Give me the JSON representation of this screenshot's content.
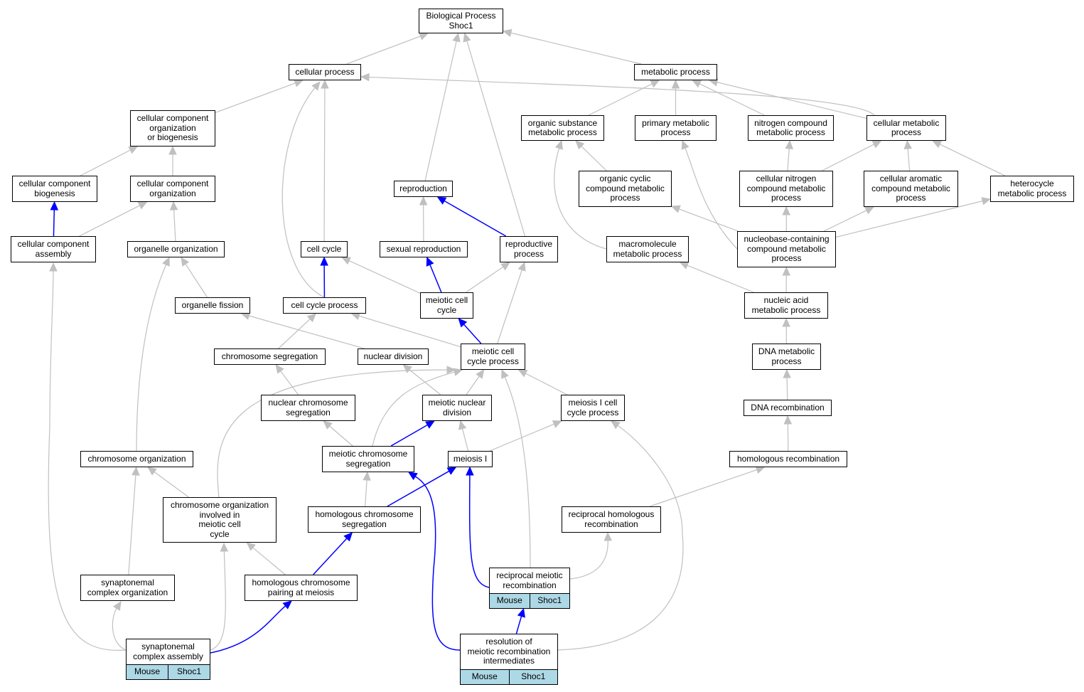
{
  "colors": {
    "normal_edge": "#c0c0c0",
    "highlight_edge": "#0000ff",
    "annotation_fill": "#add8e6"
  },
  "nodes": [
    {
      "id": "bp",
      "label": "Biological Process\nShoc1"
    },
    {
      "id": "cellproc",
      "label": "cellular process"
    },
    {
      "id": "metab",
      "label": "metabolic process"
    },
    {
      "id": "ccob",
      "label": "cellular component\norganization\nor biogenesis"
    },
    {
      "id": "orgsub",
      "label": "organic substance\nmetabolic process"
    },
    {
      "id": "primet",
      "label": "primary metabolic\nprocess"
    },
    {
      "id": "nitro",
      "label": "nitrogen compound\nmetabolic process"
    },
    {
      "id": "cellmet",
      "label": "cellular metabolic\nprocess"
    },
    {
      "id": "ccbio",
      "label": "cellular component\nbiogenesis"
    },
    {
      "id": "ccorg",
      "label": "cellular component\norganization"
    },
    {
      "id": "repro",
      "label": "reproduction"
    },
    {
      "id": "orgcyc",
      "label": "organic cyclic\ncompound metabolic\nprocess"
    },
    {
      "id": "cellnitro",
      "label": "cellular nitrogen\ncompound metabolic\nprocess"
    },
    {
      "id": "cellarom",
      "label": "cellular aromatic\ncompound metabolic\nprocess"
    },
    {
      "id": "hetero",
      "label": "heterocycle\nmetabolic process"
    },
    {
      "id": "ccassem",
      "label": "cellular component\nassembly"
    },
    {
      "id": "orgorg",
      "label": "organelle organization"
    },
    {
      "id": "cellcycle",
      "label": "cell cycle"
    },
    {
      "id": "sexrep",
      "label": "sexual reproduction"
    },
    {
      "id": "reproproc",
      "label": "reproductive\nprocess"
    },
    {
      "id": "macro",
      "label": "macromolecule\nmetabolic process"
    },
    {
      "id": "nucleob",
      "label": "nucleobase-containing\ncompound metabolic\nprocess"
    },
    {
      "id": "orgfis",
      "label": "organelle fission"
    },
    {
      "id": "ccp",
      "label": "cell cycle process"
    },
    {
      "id": "meioticcc",
      "label": "meiotic cell\ncycle"
    },
    {
      "id": "nucacid",
      "label": "nucleic acid\nmetabolic process"
    },
    {
      "id": "chromseg",
      "label": "chromosome segregation"
    },
    {
      "id": "nucdiv",
      "label": "nuclear division"
    },
    {
      "id": "mccp",
      "label": "meiotic cell\ncycle process"
    },
    {
      "id": "dnamet",
      "label": "DNA metabolic\nprocess"
    },
    {
      "id": "nucchrom",
      "label": "nuclear chromosome\nsegregation"
    },
    {
      "id": "meionuc",
      "label": "meiotic nuclear\ndivision"
    },
    {
      "id": "meioI_cc",
      "label": "meiosis I cell\ncycle process"
    },
    {
      "id": "dnarec",
      "label": "DNA recombination"
    },
    {
      "id": "chromorg",
      "label": "chromosome organization"
    },
    {
      "id": "meiochrom",
      "label": "meiotic chromosome\nsegregation"
    },
    {
      "id": "meioI",
      "label": "meiosis I"
    },
    {
      "id": "homrec",
      "label": "homologous recombination"
    },
    {
      "id": "chromorgmei",
      "label": "chromosome organization\ninvolved in\nmeiotic cell\ncycle"
    },
    {
      "id": "homchrom",
      "label": "homologous chromosome\nsegregation"
    },
    {
      "id": "rechom",
      "label": "reciprocal homologous\nrecombination"
    },
    {
      "id": "syncomorg",
      "label": "synaptonemal\ncomplex organization"
    },
    {
      "id": "hompair",
      "label": "homologous chromosome\npairing at meiosis"
    },
    {
      "id": "recmei",
      "label": "reciprocal meiotic\nrecombination",
      "annotations": [
        "Mouse",
        "Shoc1"
      ]
    },
    {
      "id": "resol",
      "label": "resolution of\nmeiotic recombination\nintermediates",
      "annotations": [
        "Mouse",
        "Shoc1"
      ]
    },
    {
      "id": "synassem",
      "label": "synaptonemal\ncomplex assembly",
      "annotations": [
        "Mouse",
        "Shoc1"
      ]
    }
  ],
  "edges": [
    {
      "from": "cellproc",
      "to": "bp",
      "type": "gray"
    },
    {
      "from": "metab",
      "to": "bp",
      "type": "gray"
    },
    {
      "from": "repro",
      "to": "bp",
      "type": "gray"
    },
    {
      "from": "reproproc",
      "to": "bp",
      "type": "gray"
    },
    {
      "from": "ccob",
      "to": "cellproc",
      "type": "gray"
    },
    {
      "from": "cellmet",
      "to": "cellproc",
      "type": "gray"
    },
    {
      "from": "cellcycle",
      "to": "cellproc",
      "type": "gray"
    },
    {
      "from": "ccp",
      "to": "cellproc",
      "type": "gray"
    },
    {
      "from": "orgsub",
      "to": "metab",
      "type": "gray"
    },
    {
      "from": "primet",
      "to": "metab",
      "type": "gray"
    },
    {
      "from": "nitro",
      "to": "metab",
      "type": "gray"
    },
    {
      "from": "cellmet",
      "to": "metab",
      "type": "gray"
    },
    {
      "from": "ccbio",
      "to": "ccob",
      "type": "gray"
    },
    {
      "from": "ccorg",
      "to": "ccob",
      "type": "gray"
    },
    {
      "from": "ccassem",
      "to": "ccbio",
      "type": "blue"
    },
    {
      "from": "ccassem",
      "to": "ccorg",
      "type": "gray"
    },
    {
      "from": "orgorg",
      "to": "ccorg",
      "type": "gray"
    },
    {
      "from": "orgcyc",
      "to": "orgsub",
      "type": "gray"
    },
    {
      "from": "macro",
      "to": "orgsub",
      "type": "gray"
    },
    {
      "from": "nucleob",
      "to": "primet",
      "type": "gray"
    },
    {
      "from": "cellnitro",
      "to": "nitro",
      "type": "gray"
    },
    {
      "from": "cellnitro",
      "to": "cellmet",
      "type": "gray"
    },
    {
      "from": "cellarom",
      "to": "cellmet",
      "type": "gray"
    },
    {
      "from": "hetero",
      "to": "cellmet",
      "type": "gray"
    },
    {
      "from": "nucleob",
      "to": "orgcyc",
      "type": "gray"
    },
    {
      "from": "nucleob",
      "to": "cellnitro",
      "type": "gray"
    },
    {
      "from": "nucleob",
      "to": "cellarom",
      "type": "gray"
    },
    {
      "from": "nucleob",
      "to": "hetero",
      "type": "gray"
    },
    {
      "from": "sexrep",
      "to": "repro",
      "type": "gray"
    },
    {
      "from": "reproproc",
      "to": "repro",
      "type": "blue"
    },
    {
      "from": "orgfis",
      "to": "orgorg",
      "type": "gray"
    },
    {
      "from": "chromorg",
      "to": "orgorg",
      "type": "gray"
    },
    {
      "from": "ccp",
      "to": "cellcycle",
      "type": "blue"
    },
    {
      "from": "meioticcc",
      "to": "cellcycle",
      "type": "gray"
    },
    {
      "from": "meioticcc",
      "to": "sexrep",
      "type": "blue"
    },
    {
      "from": "meioticcc",
      "to": "reproproc",
      "type": "gray"
    },
    {
      "from": "mccp",
      "to": "reproproc",
      "type": "gray"
    },
    {
      "from": "nucacid",
      "to": "macro",
      "type": "gray"
    },
    {
      "from": "nucacid",
      "to": "nucleob",
      "type": "gray"
    },
    {
      "from": "nucdiv",
      "to": "orgfis",
      "type": "gray"
    },
    {
      "from": "chromseg",
      "to": "ccp",
      "type": "gray"
    },
    {
      "from": "mccp",
      "to": "ccp",
      "type": "gray"
    },
    {
      "from": "mccp",
      "to": "meioticcc",
      "type": "blue"
    },
    {
      "from": "dnamet",
      "to": "nucacid",
      "type": "gray"
    },
    {
      "from": "nucchrom",
      "to": "chromseg",
      "type": "gray"
    },
    {
      "from": "meionuc",
      "to": "nucdiv",
      "type": "gray"
    },
    {
      "from": "meionuc",
      "to": "mccp",
      "type": "gray"
    },
    {
      "from": "meioI_cc",
      "to": "mccp",
      "type": "gray"
    },
    {
      "from": "meiochrom",
      "to": "mccp",
      "type": "gray"
    },
    {
      "from": "chromorgmei",
      "to": "mccp",
      "type": "gray"
    },
    {
      "from": "recmei",
      "to": "mccp",
      "type": "gray"
    },
    {
      "from": "dnarec",
      "to": "dnamet",
      "type": "gray"
    },
    {
      "from": "meiochrom",
      "to": "nucchrom",
      "type": "gray"
    },
    {
      "from": "meiochrom",
      "to": "meionuc",
      "type": "blue"
    },
    {
      "from": "meioI",
      "to": "meionuc",
      "type": "gray"
    },
    {
      "from": "meioI",
      "to": "meioI_cc",
      "type": "gray"
    },
    {
      "from": "resol",
      "to": "meioI_cc",
      "type": "gray"
    },
    {
      "from": "homrec",
      "to": "dnarec",
      "type": "gray"
    },
    {
      "from": "chromorgmei",
      "to": "chromorg",
      "type": "gray"
    },
    {
      "from": "syncomorg",
      "to": "chromorg",
      "type": "gray"
    },
    {
      "from": "homchrom",
      "to": "meiochrom",
      "type": "gray"
    },
    {
      "from": "resol",
      "to": "meiochrom",
      "type": "blue"
    },
    {
      "from": "homchrom",
      "to": "meioI",
      "type": "blue"
    },
    {
      "from": "recmei",
      "to": "meioI",
      "type": "blue"
    },
    {
      "from": "rechom",
      "to": "homrec",
      "type": "gray"
    },
    {
      "from": "hompair",
      "to": "chromorgmei",
      "type": "gray"
    },
    {
      "from": "synassem",
      "to": "chromorgmei",
      "type": "gray"
    },
    {
      "from": "hompair",
      "to": "homchrom",
      "type": "blue"
    },
    {
      "from": "recmei",
      "to": "rechom",
      "type": "gray"
    },
    {
      "from": "synassem",
      "to": "syncomorg",
      "type": "gray"
    },
    {
      "from": "synassem",
      "to": "hompair",
      "type": "blue"
    },
    {
      "from": "resol",
      "to": "recmei",
      "type": "blue"
    },
    {
      "from": "synassem",
      "to": "ccassem",
      "type": "gray"
    }
  ]
}
